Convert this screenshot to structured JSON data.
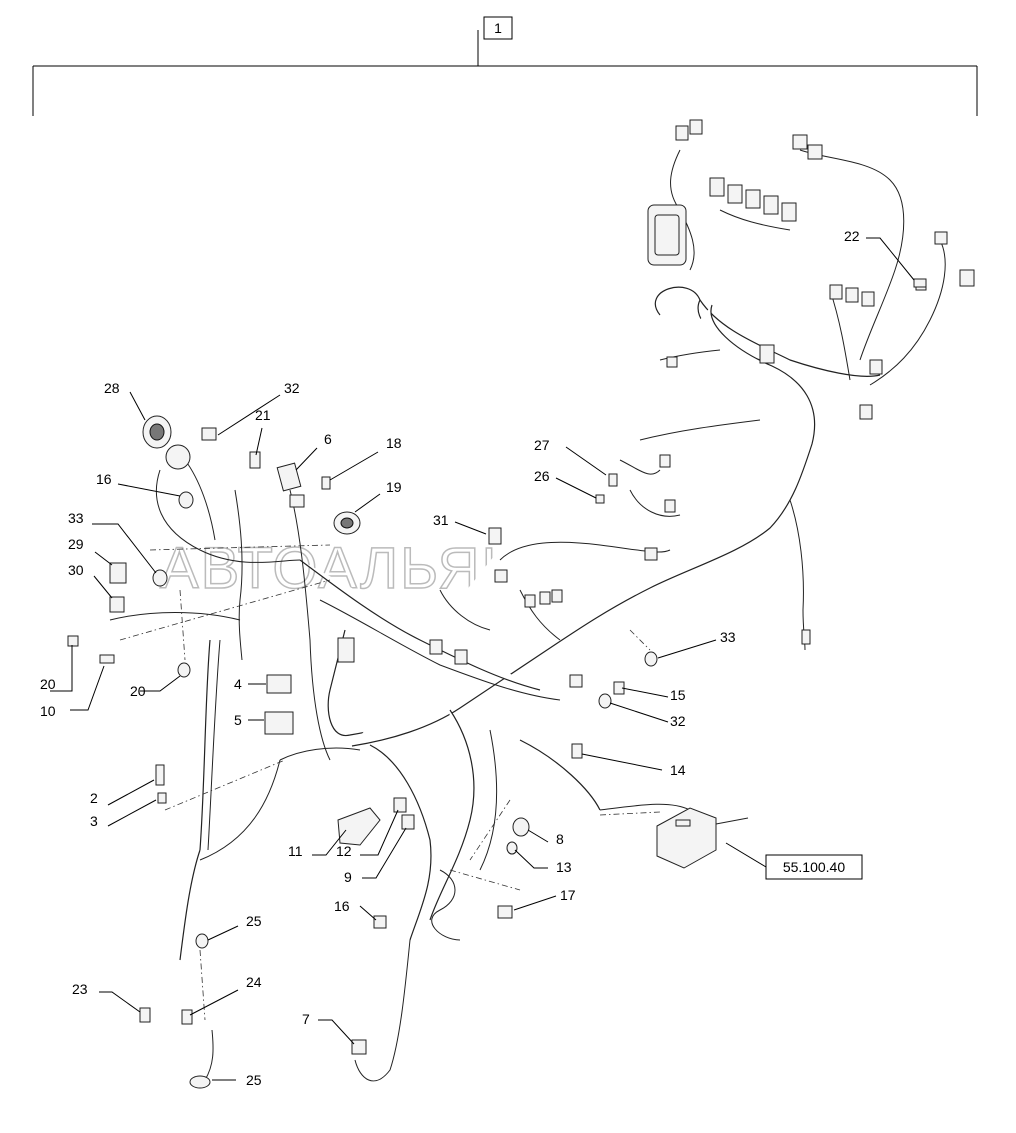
{
  "assembly_ref": "1",
  "reference_box": "55.100.40",
  "watermark": "АВТОАЛЬЯНС",
  "callouts": {
    "c28": "28",
    "c32a": "32",
    "c21": "21",
    "c6": "6",
    "c18": "18",
    "c19": "19",
    "c16a": "16",
    "c33a": "33",
    "c29": "29",
    "c30": "30",
    "c20a": "20",
    "c10": "10",
    "c20b": "20",
    "c4": "4",
    "c5": "5",
    "c2": "2",
    "c3": "3",
    "c11": "11",
    "c12": "12",
    "c9": "9",
    "c16b": "16",
    "c25a": "25",
    "c23": "23",
    "c24": "24",
    "c25b": "25",
    "c7": "7",
    "c27": "27",
    "c26": "26",
    "c31": "31",
    "c22": "22",
    "c33b": "33",
    "c15": "15",
    "c32b": "32",
    "c14": "14",
    "c8": "8",
    "c13": "13",
    "c17": "17"
  }
}
